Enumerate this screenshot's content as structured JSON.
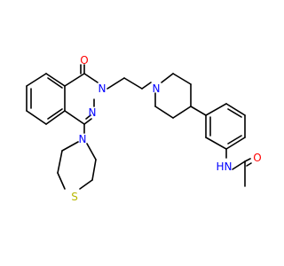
{
  "molecule": {
    "atoms": [
      {
        "id": "O1",
        "text": "O",
        "color": "#ff0000"
      },
      {
        "id": "N2",
        "text": "N",
        "color": "#0000ff"
      },
      {
        "id": "N3",
        "text": "N",
        "color": "#0000ff"
      },
      {
        "id": "N4",
        "text": "N",
        "color": "#0000ff"
      },
      {
        "id": "S1",
        "text": "S",
        "color": "#b8b800"
      },
      {
        "id": "N5",
        "text": "N",
        "color": "#0000ff"
      },
      {
        "id": "NH",
        "text": "H",
        "color": "#0000ff"
      },
      {
        "id": "NN",
        "text": "N",
        "color": "#0000ff"
      },
      {
        "id": "O2",
        "text": "O",
        "color": "#ff0000"
      }
    ]
  }
}
